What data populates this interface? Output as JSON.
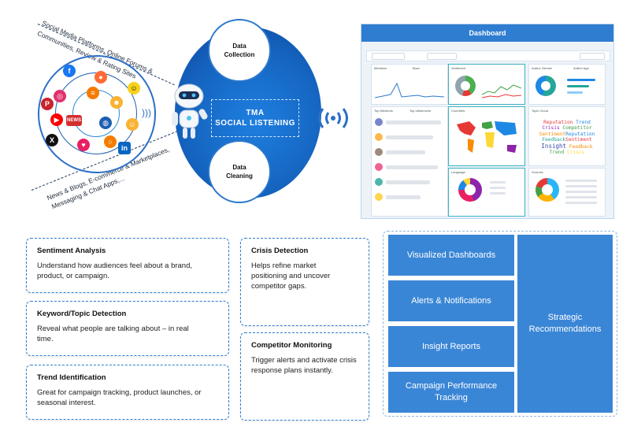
{
  "orbit": {
    "top_text_line1": "Social Media Platforms, Online Forums &",
    "top_text_line2": "Communities, Review & Rating Sites",
    "bottom_text_line1": "News & Blogs, E-commerce & Marketplaces,",
    "bottom_text_line2": "Messaging & Chat Apps,..."
  },
  "center": {
    "collection_line1": "Data",
    "collection_line2": "Collection",
    "cleaning_line1": "Data",
    "cleaning_line2": "Cleaning",
    "title_line1": "TMA",
    "title_line2": "SOCIAL LISTENING"
  },
  "dashboard": {
    "title": "Dashboard",
    "panels": {
      "mentions": "Mentions",
      "buzz": "Buzz",
      "sentiment": "Sentiment",
      "active_gender": "Author Gender",
      "author_age": "Author Age",
      "top_mentions": "Top Mentions",
      "top_influencers": "Top Influencers",
      "countries": "Countries",
      "topic_cloud": "Topic Cloud",
      "language": "Language",
      "sources": "Sources"
    },
    "word_cloud": [
      "Reputation",
      "Trend",
      "Crisis",
      "Competitor",
      "Sentiment",
      "Reputation",
      "Feedback",
      "Sentiment",
      "Insight",
      "Feedback",
      "Trend",
      "Crisis"
    ]
  },
  "features": [
    {
      "title": "Sentiment Analysis",
      "desc": "Understand how audiences feel about a brand, product, or campaign."
    },
    {
      "title": "Keyword/Topic Detection",
      "desc": "Reveal what people are talking about – in real time."
    },
    {
      "title": "Trend  Identification",
      "desc": "Great for campaign tracking, product launches, or seasonal interest."
    },
    {
      "title": "Crisis Detection",
      "desc": "Helps refine market positioning and uncover competitor gaps."
    },
    {
      "title": "Competitor Monitoring",
      "desc": "Trigger alerts and activate crisis response plans instantly."
    }
  ],
  "outputs": {
    "visualized": "Visualized Dashboards",
    "alerts": "Alerts & Notifications",
    "insight": "Insight Reports",
    "campaign": "Campaign Performance Tracking",
    "strategic": "Strategic Recommendations"
  },
  "colors": {
    "primary": "#2f7dd0",
    "button": "#3a86d6",
    "dark_blue": "#0d47a1"
  }
}
